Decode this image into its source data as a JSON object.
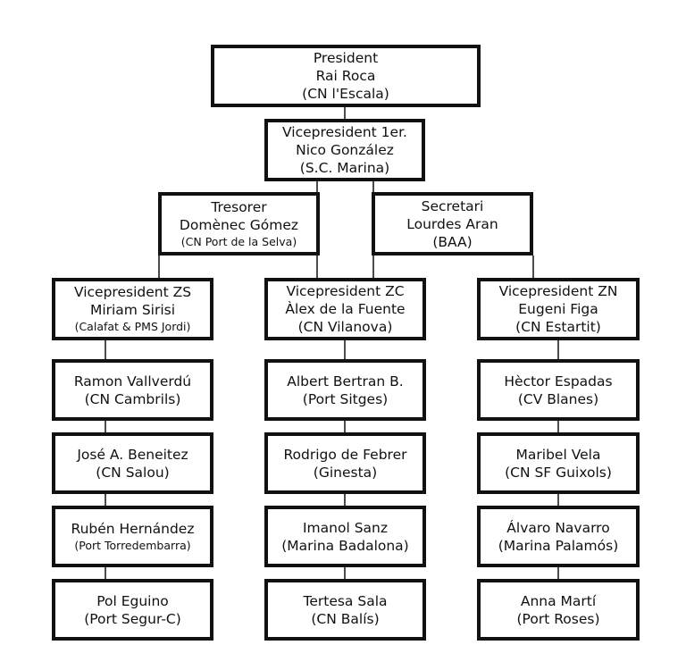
{
  "president": {
    "role": "President",
    "name": "Rai Roca",
    "club": "(CN l'Escala)"
  },
  "vicepresident1": {
    "role": "Vicepresident 1er.",
    "name": "Nico González",
    "club": "(S.C. Marina)"
  },
  "tresorer": {
    "role": "Tresorer",
    "name": "Domènec Gómez",
    "club": "(CN Port de la Selva)"
  },
  "secretari": {
    "role": "Secretari",
    "name": "Lourdes Aran",
    "club": "(BAA)"
  },
  "zs": {
    "head": {
      "role": "Vicepresident ZS",
      "name": "Miriam Sirisi",
      "club": "(Calafat & PMS Jordi)"
    },
    "members": [
      {
        "name": "Ramon Vallverdú",
        "club": "(CN Cambrils)"
      },
      {
        "name": "José A. Beneitez",
        "club": "(CN Salou)"
      },
      {
        "name": "Rubén Hernández",
        "club": "(Port Torredembarra)"
      },
      {
        "name": "Pol Eguino",
        "club": "(Port Segur-C)"
      }
    ]
  },
  "zc": {
    "head": {
      "role": "Vicepresident ZC",
      "name": "Àlex de la Fuente",
      "club": "(CN Vilanova)"
    },
    "members": [
      {
        "name": "Albert Bertran B.",
        "club": "(Port Sitges)"
      },
      {
        "name": "Rodrigo de Febrer",
        "club": "(Ginesta)"
      },
      {
        "name": "Imanol Sanz",
        "club": "(Marina Badalona)"
      },
      {
        "name": "Tertesa Sala",
        "club": "(CN Balís)"
      }
    ]
  },
  "zn": {
    "head": {
      "role": "Vicepresident ZN",
      "name": "Eugeni Figa",
      "club": "(CN Estartit)"
    },
    "members": [
      {
        "name": "Hèctor Espadas",
        "club": "(CV Blanes)"
      },
      {
        "name": "Maribel Vela",
        "club": "(CN SF Guixols)"
      },
      {
        "name": "Álvaro Navarro",
        "club": "(Marina Palamós)"
      },
      {
        "name": "Anna Martí",
        "club": "(Port Roses)"
      }
    ]
  }
}
